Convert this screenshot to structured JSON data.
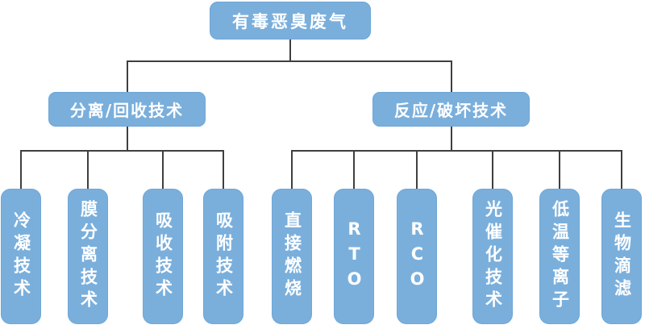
{
  "colors": {
    "node_fill": "#7AAFDC",
    "node_border": "#6FA6D6",
    "connector": "#3F3F3F",
    "node_text": "#FFFFFF",
    "background": "#FFFFFF"
  },
  "diagram": {
    "type": "tree",
    "root": {
      "label": "有毒恶臭废气"
    },
    "branches": [
      {
        "label": "分离/回收技术"
      },
      {
        "label": "反应/破坏技术"
      }
    ],
    "leaves": [
      {
        "label": "冷凝技术",
        "parent": "分离/回收技术"
      },
      {
        "label": "膜分离技术",
        "parent": "分离/回收技术"
      },
      {
        "label": "吸收技术",
        "parent": "分离/回收技术"
      },
      {
        "label": "吸附技术",
        "parent": "分离/回收技术"
      },
      {
        "label": "直接燃烧",
        "parent": "反应/破坏技术"
      },
      {
        "label": "RTO",
        "parent": "反应/破坏技术"
      },
      {
        "label": "RCO",
        "parent": "反应/破坏技术"
      },
      {
        "label": "光催化技术",
        "parent": "反应/破坏技术"
      },
      {
        "label": "低温等离子",
        "parent": "反应/破坏技术"
      },
      {
        "label": "生物滴滤",
        "parent": "反应/破坏技术"
      }
    ]
  }
}
